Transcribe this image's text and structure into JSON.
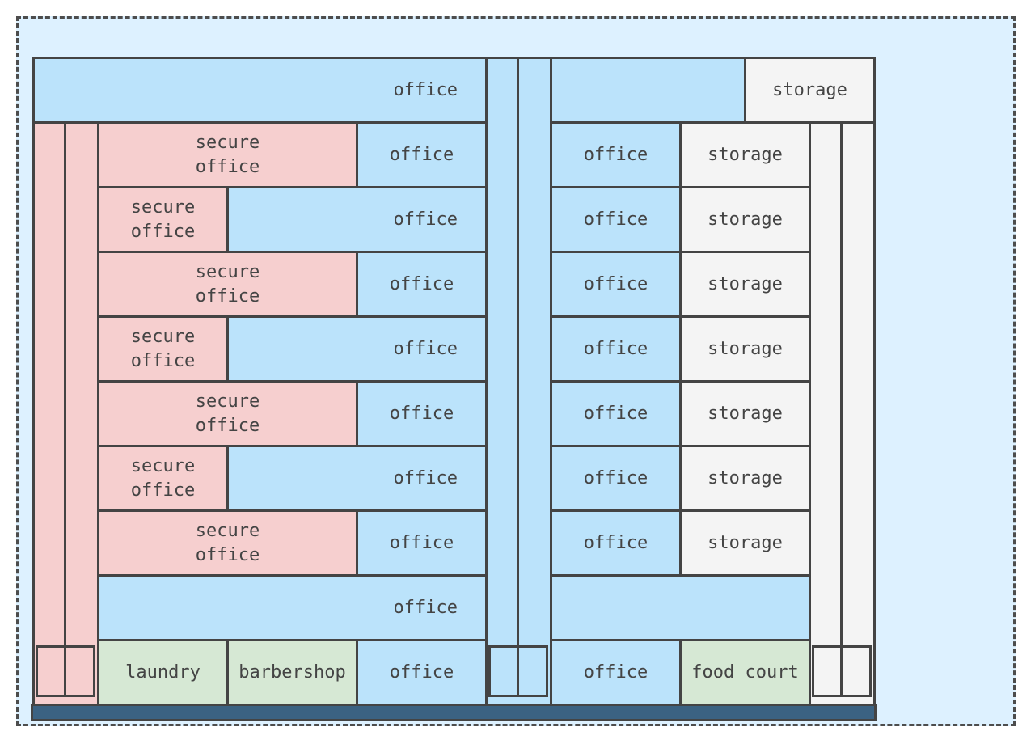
{
  "colors": {
    "outer_fill": "#ddf1ff",
    "office": "#bbe3fb",
    "secure_office": "#f6cfcf",
    "storage": "#f4f4f4",
    "amenity": "#d6e8d4",
    "base_strip": "#3b6282",
    "outline": "#444444"
  },
  "rooms": {
    "top_office": "office",
    "top_storage": "storage",
    "r1_secure": "secure\noffice",
    "r1_office": "office",
    "r1_right_office": "office",
    "r1_storage": "storage",
    "r2_secure": "secure\noffice",
    "r2_office": "office",
    "r2_right_office": "office",
    "r2_storage": "storage",
    "r3_secure": "secure\noffice",
    "r3_office": "office",
    "r3_right_office": "office",
    "r3_storage": "storage",
    "r4_secure": "secure\noffice",
    "r4_office": "office",
    "r4_right_office": "office",
    "r4_storage": "storage",
    "r5_secure": "secure\noffice",
    "r5_office": "office",
    "r5_right_office": "office",
    "r5_storage": "storage",
    "r6_secure": "secure\noffice",
    "r6_office": "office",
    "r6_right_office": "office",
    "r6_storage": "storage",
    "r7_secure": "secure\noffice",
    "r7_office": "office",
    "r7_right_office": "office",
    "r7_storage": "storage",
    "r8_office": "office",
    "r9_laundry": "laundry",
    "r9_barbershop": "barbershop",
    "r9_office": "office",
    "r9_right_office": "office",
    "r9_food_court": "food court"
  }
}
